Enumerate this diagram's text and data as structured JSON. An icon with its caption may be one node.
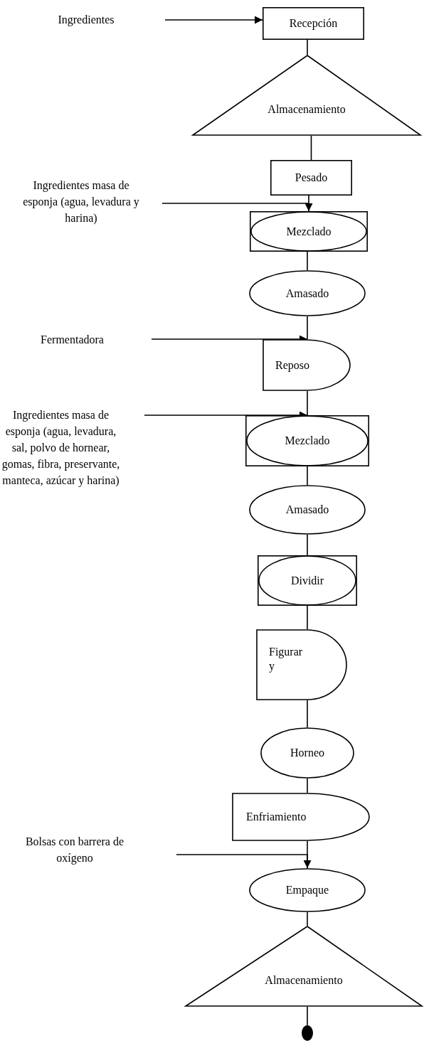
{
  "diagram": {
    "nodes": [
      {
        "text": [
          "Ingredientes"
        ]
      },
      {
        "text": [
          "Recepción"
        ]
      },
      {
        "text": [
          "Almacenamiento"
        ]
      },
      {
        "text": [
          "Ingredientes masa de esponja (agua, levadura y harina)"
        ]
      },
      {
        "text": [
          "Pesado"
        ]
      },
      {
        "text": [
          "Mezclado"
        ]
      },
      {
        "text": [
          "Amasado"
        ]
      },
      {
        "text": [
          "Fermentadora"
        ]
      },
      {
        "text": [
          "Reposo"
        ]
      },
      {
        "text": [
          "Ingredientes masa de esponja (agua, levadura, sal, polvo de hornear, gomas, fibra, preservante, manteca, azúcar y harina)"
        ]
      },
      {
        "text": [
          "Mezclado"
        ]
      },
      {
        "text": [
          "Amasado"
        ]
      },
      {
        "text": [
          "Dividir"
        ]
      },
      {
        "text": [
          "Figurar y"
        ]
      },
      {
        "text": [
          "Horneo"
        ]
      },
      {
        "text": [
          "Enfriamiento"
        ]
      },
      {
        "text": [
          "Bolsas con barrera de oxígeno"
        ]
      },
      {
        "text": [
          "Empaque"
        ]
      },
      {
        "text": [
          "Almacenamiento"
        ]
      },
      {
        "text": [],
        "shape": "circle"
      }
    ],
    "edges": [
      {
        "from": 0,
        "to": 1,
        "arrow": "to"
      },
      {
        "from": 1,
        "to": 2,
        "arrow": "none"
      },
      {
        "from": 2,
        "to": 4,
        "arrow": "none"
      },
      {
        "from": 4,
        "to": 5,
        "arrow": "none"
      },
      {
        "from": 3,
        "to": 5,
        "arrow": "to"
      },
      {
        "from": 5,
        "to": 6,
        "arrow": "none"
      },
      {
        "from": 6,
        "to": 8,
        "arrow": "none"
      },
      {
        "from": 7,
        "to": 8,
        "arrow": "to"
      },
      {
        "from": 8,
        "to": 10,
        "arrow": "none"
      },
      {
        "from": 9,
        "to": 10,
        "arrow": "to"
      },
      {
        "from": 10,
        "to": 11,
        "arrow": "none"
      },
      {
        "from": 11,
        "to": 12,
        "arrow": "none"
      },
      {
        "from": 12,
        "to": 13,
        "arrow": "none"
      },
      {
        "from": 13,
        "to": 14,
        "arrow": "none"
      },
      {
        "from": 14,
        "to": 15,
        "arrow": "none"
      },
      {
        "from": 15,
        "to": 17,
        "arrow": "none"
      },
      {
        "from": 16,
        "to": 17,
        "arrow": "to"
      },
      {
        "from": 17,
        "to": 18,
        "arrow": "none"
      },
      {
        "from": 18,
        "to": 19,
        "arrow": "none"
      }
    ]
  }
}
